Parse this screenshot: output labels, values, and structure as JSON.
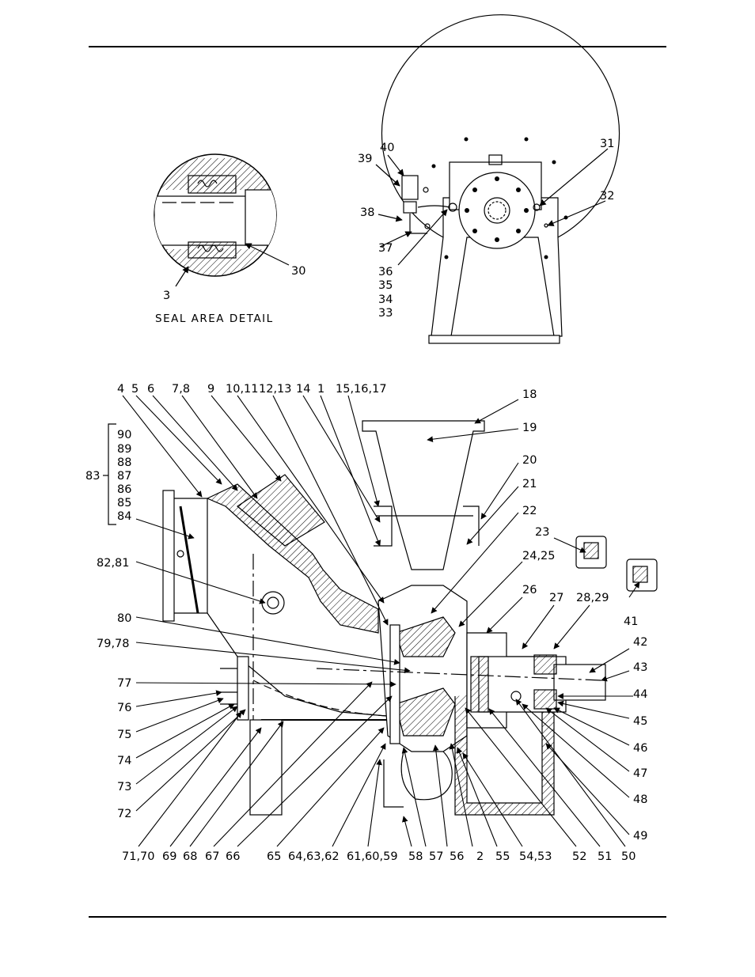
{
  "seal_detail": {
    "caption": "SEAL AREA DETAIL",
    "labels": [
      {
        "text": "3"
      },
      {
        "text": "30"
      }
    ]
  },
  "end_view": {
    "labels": [
      {
        "text": "40"
      },
      {
        "text": "39"
      },
      {
        "text": "38"
      },
      {
        "text": "37"
      },
      {
        "text": "36"
      },
      {
        "text": "35"
      },
      {
        "text": "34"
      },
      {
        "text": "33"
      },
      {
        "text": "31"
      },
      {
        "text": "32"
      }
    ]
  },
  "section_view": {
    "top_labels": [
      {
        "text": "4"
      },
      {
        "text": "5"
      },
      {
        "text": "6"
      },
      {
        "text": "7,8"
      },
      {
        "text": "9"
      },
      {
        "text": "10,11"
      },
      {
        "text": "12,13"
      },
      {
        "text": "14"
      },
      {
        "text": "1"
      },
      {
        "text": "15,16,17"
      }
    ],
    "right_labels": [
      {
        "text": "18"
      },
      {
        "text": "19"
      },
      {
        "text": "20"
      },
      {
        "text": "21"
      },
      {
        "text": "22"
      },
      {
        "text": "23"
      },
      {
        "text": "24,25"
      },
      {
        "text": "26"
      },
      {
        "text": "27"
      },
      {
        "text": "28,29"
      },
      {
        "text": "41"
      },
      {
        "text": "42"
      },
      {
        "text": "43"
      },
      {
        "text": "44"
      },
      {
        "text": "45"
      },
      {
        "text": "46"
      },
      {
        "text": "47"
      },
      {
        "text": "48"
      },
      {
        "text": "49"
      }
    ],
    "bottom_labels": [
      {
        "text": "71,70"
      },
      {
        "text": "69"
      },
      {
        "text": "68"
      },
      {
        "text": "67"
      },
      {
        "text": "66"
      },
      {
        "text": "65"
      },
      {
        "text": "64,63,62"
      },
      {
        "text": "61,60,59"
      },
      {
        "text": "58"
      },
      {
        "text": "57"
      },
      {
        "text": "56"
      },
      {
        "text": "2"
      },
      {
        "text": "55"
      },
      {
        "text": "54,53"
      },
      {
        "text": "52"
      },
      {
        "text": "51"
      },
      {
        "text": "50"
      }
    ],
    "left_labels": [
      {
        "text": "82,81"
      },
      {
        "text": "80"
      },
      {
        "text": "79,78"
      },
      {
        "text": "77"
      },
      {
        "text": "76"
      },
      {
        "text": "75"
      },
      {
        "text": "74"
      },
      {
        "text": "73"
      },
      {
        "text": "72"
      }
    ],
    "group_label": "83",
    "group_items": [
      {
        "text": "90"
      },
      {
        "text": "89"
      },
      {
        "text": "88"
      },
      {
        "text": "87"
      },
      {
        "text": "86"
      },
      {
        "text": "85"
      },
      {
        "text": "84"
      }
    ]
  }
}
